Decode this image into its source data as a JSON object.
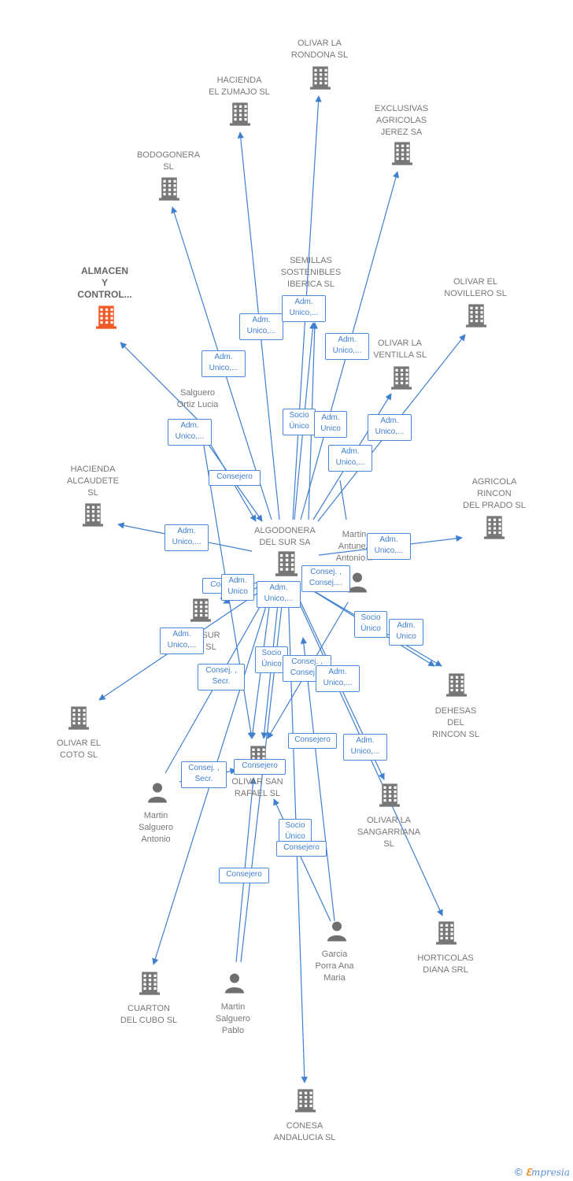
{
  "colors": {
    "edge": "#3f7fd0",
    "node": "#777777",
    "highlight": "#f05a28",
    "person": "#6f6f6f"
  },
  "nodes": [
    {
      "id": "central",
      "type": "company",
      "label": "ALGODONERA\nDEL SUR SA",
      "icon": "building-icon"
    },
    {
      "id": "almacen",
      "type": "company",
      "label": "ALMACEN\nY\nCONTROL...",
      "icon": "building-icon",
      "highlight": true
    },
    {
      "id": "rondona",
      "type": "company",
      "label": "OLIVAR LA\nRONDONA  SL",
      "icon": "building-icon"
    },
    {
      "id": "zumajo",
      "type": "company",
      "label": "HACIENDA\nEL ZUMAJO  SL",
      "icon": "building-icon"
    },
    {
      "id": "exclusivas",
      "type": "company",
      "label": "EXCLUSIVAS\nAGRICOLAS\nJEREZ SA",
      "icon": "building-icon"
    },
    {
      "id": "bodogonera",
      "type": "company",
      "label": "BODOGONERA\nSL",
      "icon": "building-icon"
    },
    {
      "id": "semillas",
      "type": "company",
      "label": "SEMILLAS\nSOSTENIBLES\nIBERICA SL",
      "icon": "building-icon"
    },
    {
      "id": "novillero",
      "type": "company",
      "label": "OLIVAR EL\nNOVILLERO  SL",
      "icon": "building-icon"
    },
    {
      "id": "ventilla",
      "type": "company",
      "label": "OLIVAR LA\nVENTILLA  SL",
      "icon": "building-icon"
    },
    {
      "id": "alcaudete",
      "type": "company",
      "label": "HACIENDA\nALCAUDETE\nSL",
      "icon": "building-icon"
    },
    {
      "id": "agricola",
      "type": "company",
      "label": "AGRICOLA\nRINCON\nDEL PRADO SL",
      "icon": "building-icon"
    },
    {
      "id": "sursl",
      "type": "company",
      "label": "SUR\nSL",
      "icon": "building-icon"
    },
    {
      "id": "coto",
      "type": "company",
      "label": "OLIVAR EL\nCOTO  SL",
      "icon": "building-icon"
    },
    {
      "id": "dehesas",
      "type": "company",
      "label": "DEHESAS\nDEL\nRINCON  SL",
      "icon": "building-icon"
    },
    {
      "id": "sanrafael",
      "type": "company",
      "label": "OLIVAR SAN\nRAFAEL  SL",
      "icon": "building-icon"
    },
    {
      "id": "sangarriana",
      "type": "company",
      "label": "OLIVAR LA\nSANGARRIANA\nSL",
      "icon": "building-icon"
    },
    {
      "id": "horticolas",
      "type": "company",
      "label": "HORTICOLAS\nDIANA SRL",
      "icon": "building-icon"
    },
    {
      "id": "cuarton",
      "type": "company",
      "label": "CUARTON\nDEL CUBO SL",
      "icon": "building-icon"
    },
    {
      "id": "conesa",
      "type": "company",
      "label": "CONESA\nANDALUCIA  SL",
      "icon": "building-icon"
    },
    {
      "id": "lucia",
      "type": "person",
      "label": "Salguero\nOrtiz Lucia",
      "icon": "person-icon"
    },
    {
      "id": "martinA",
      "type": "person",
      "label": "Martin\nAntunez\nAntonio...",
      "icon": "person-icon"
    },
    {
      "id": "martinSA",
      "type": "person",
      "label": "Martin\nSalguero\nAntonio",
      "icon": "person-icon"
    },
    {
      "id": "pablo",
      "type": "person",
      "label": "Martin\nSalguero\nPablo",
      "icon": "person-icon"
    },
    {
      "id": "garcia",
      "type": "person",
      "label": "Garcia\nPorra Ana\nMaria",
      "icon": "person-icon"
    }
  ],
  "relations": [
    {
      "label": "Adm.\nUnico,...",
      "from": "central",
      "to": "zumajo"
    },
    {
      "label": "Adm.\nUnico,...",
      "from": "central",
      "to": "rondona"
    },
    {
      "label": "Adm.\nUnico,...",
      "from": "central",
      "to": "exclusivas"
    },
    {
      "label": "Adm.\nUnico,...",
      "from": "central",
      "to": "bodogonera"
    },
    {
      "label": "Socio\nÚnico",
      "from": "central",
      "to": "semillas"
    },
    {
      "label": "Adm.\nUnico",
      "from": "central",
      "to": "semillas"
    },
    {
      "label": "Adm.\nUnico,...",
      "from": "lucia",
      "to": "almacen"
    },
    {
      "label": "Consejero",
      "from": "lucia",
      "to": "central"
    },
    {
      "label": "Adm.\nUnico,...",
      "from": "central",
      "to": "ventilla"
    },
    {
      "label": "Adm.\nUnico,...",
      "from": "central",
      "to": "novillero"
    },
    {
      "label": "Adm.\nUnico,...",
      "from": "central",
      "to": "alcaudete"
    },
    {
      "label": "Adm.\nUnico,...",
      "from": "central",
      "to": "agricola"
    },
    {
      "label": "Consejero",
      "from": "central",
      "to": "sursl"
    },
    {
      "label": "Adm.\nUnico",
      "from": "central",
      "to": "sursl"
    },
    {
      "label": "Adm.\nUnico,...",
      "from": "central",
      "to": "sursl"
    },
    {
      "label": "Consej. ,\nConsej....",
      "from": "martinA",
      "to": "central"
    },
    {
      "label": "Socio\nÚnico",
      "from": "central",
      "to": "dehesas"
    },
    {
      "label": "Adm.\nUnico",
      "from": "central",
      "to": "dehesas"
    },
    {
      "label": "Adm.\nUnico,...",
      "from": "central",
      "to": "coto"
    },
    {
      "label": "Consej. ,\nSecr.",
      "from": "martinSA",
      "to": "central"
    },
    {
      "label": "Socio\nÚnico",
      "from": "central",
      "to": "sanrafael"
    },
    {
      "label": "Consej. ,\nConsej....",
      "from": "martinA",
      "to": "sanrafael"
    },
    {
      "label": "Adm.\nUnico,...",
      "from": "central",
      "to": "sangarriana"
    },
    {
      "label": "Consejero",
      "from": "garcia",
      "to": "central"
    },
    {
      "label": "Adm.\nUnico,...",
      "from": "central",
      "to": "horticolas"
    },
    {
      "label": "Consej. ,\nSecr.",
      "from": "martinSA",
      "to": "sanrafael"
    },
    {
      "label": "Consejero",
      "from": "pablo",
      "to": "sanrafael"
    },
    {
      "label": "Socio\nÚnico",
      "from": "garcia",
      "to": "sanrafael"
    },
    {
      "label": "Consejero",
      "from": "garcia",
      "to": "sanrafael"
    },
    {
      "label": "Consejero",
      "from": "pablo",
      "to": "central"
    }
  ],
  "footer": {
    "copyright": "©",
    "brand_e": "ℇ",
    "brand_rest": "mpresia"
  }
}
